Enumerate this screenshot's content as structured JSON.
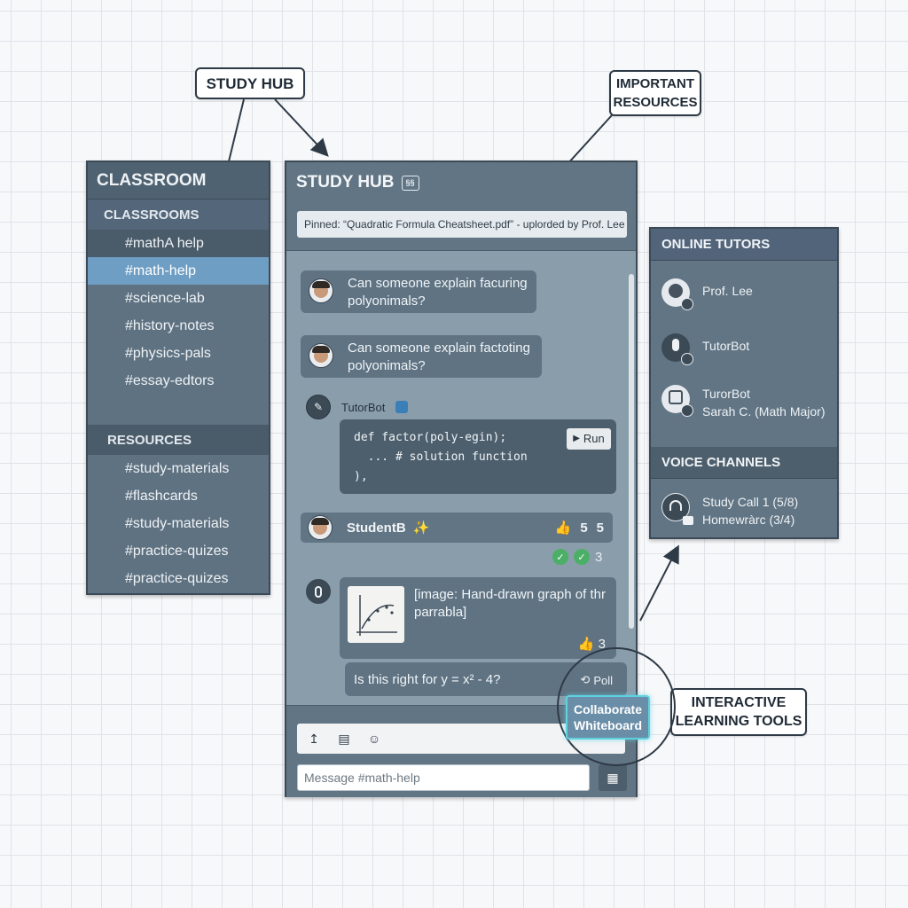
{
  "callouts": {
    "study_hub": "STUDY HUB",
    "important_resources": "IMPORTANT RESOURCES",
    "interactive_tools": "INTERACTIVE LEARNING TOOLS"
  },
  "sidebar": {
    "server_title": "CLASSROOM",
    "classrooms_header": "CLASSROOMS",
    "classrooms": [
      {
        "label": "#mathA help"
      },
      {
        "label": "#math-help"
      },
      {
        "label": "#science-lab"
      },
      {
        "label": "#history-notes"
      },
      {
        "label": "#physics-pals"
      },
      {
        "label": "#essay-edtors"
      }
    ],
    "resources_header": "RESOURCES",
    "resources": [
      {
        "label": "#study-materials"
      },
      {
        "label": "#flashcards"
      },
      {
        "label": "#study-materials"
      },
      {
        "label": "#practice-quizes"
      },
      {
        "label": "#practice-quizes"
      }
    ]
  },
  "main": {
    "title": "STUDY HUB",
    "title_icon_glyph": "§§",
    "pinned": "Pinned: “Quadratic Formula Cheatsheet.pdf” - uplorded by Prof. Lee",
    "messages": [
      {
        "text": "Can someone explain facuring polyonimals?"
      },
      {
        "text": "Can someone explain factoting polyonimals?"
      }
    ],
    "tutorbot_name": "TutorBot",
    "code_lines": [
      "def factor(poly-egin);",
      "  ... # solution function",
      "),"
    ],
    "run_label": "Run",
    "run_glyph": "▶",
    "studentb": {
      "name": "StudentB",
      "spark": "✨",
      "likes_a": "5",
      "likes_b": "5",
      "check_count": "3"
    },
    "image_caption": "[image: Hand-drawn graph of thr parrabla]",
    "image_likes": "3",
    "question_text": "Is this right for y = x² - 4?",
    "poll_label": "Poll",
    "composer": {
      "placeholder": "Message #math-help",
      "tools": [
        "upload-icon",
        "file-icon",
        "emoji-icon"
      ],
      "tool_glyphs": [
        "↥",
        "▤",
        "☺"
      ]
    },
    "collab_button": "Collaborate Whiteboard",
    "thumb_glyph": "👍",
    "check_glyph": "✓"
  },
  "right": {
    "tutors_header": "ONLINE TUTORS",
    "tutors": [
      {
        "name": "Prof. Lee",
        "sub": ""
      },
      {
        "name": "TutorBot",
        "sub": ""
      },
      {
        "name": "TurorBot",
        "sub": "Sarah C. (Math Major)"
      }
    ],
    "voice_header": "VOICE CHANNELS",
    "voice": {
      "line1": "Study Call 1 (5/8)",
      "line2": "Homewràrc  (3/4)"
    }
  }
}
